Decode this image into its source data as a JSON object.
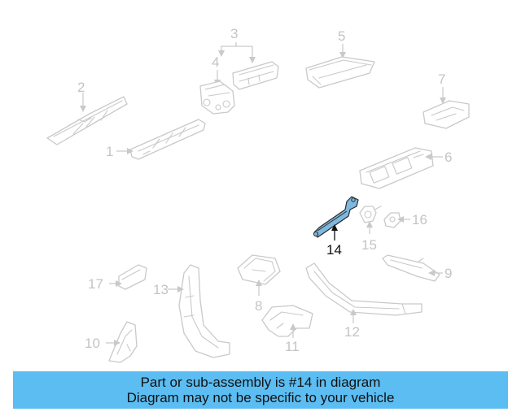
{
  "callouts": {
    "c1": "1",
    "c2": "2",
    "c3": "3",
    "c4": "4",
    "c5": "5",
    "c6": "6",
    "c7": "7",
    "c8": "8",
    "c9": "9",
    "c10": "10",
    "c11": "11",
    "c12": "12",
    "c13": "13",
    "c14": "14",
    "c15": "15",
    "c16": "16",
    "c17": "17"
  },
  "highlighted_part": "14",
  "colors": {
    "banner": "#5bbdf2",
    "highlight_fill": "#7fb8df",
    "faded_line": "#c9c9c9"
  },
  "banner": {
    "line1": "Part or sub-assembly is #14 in diagram",
    "line2": "Diagram may not be specific to your vehicle"
  }
}
